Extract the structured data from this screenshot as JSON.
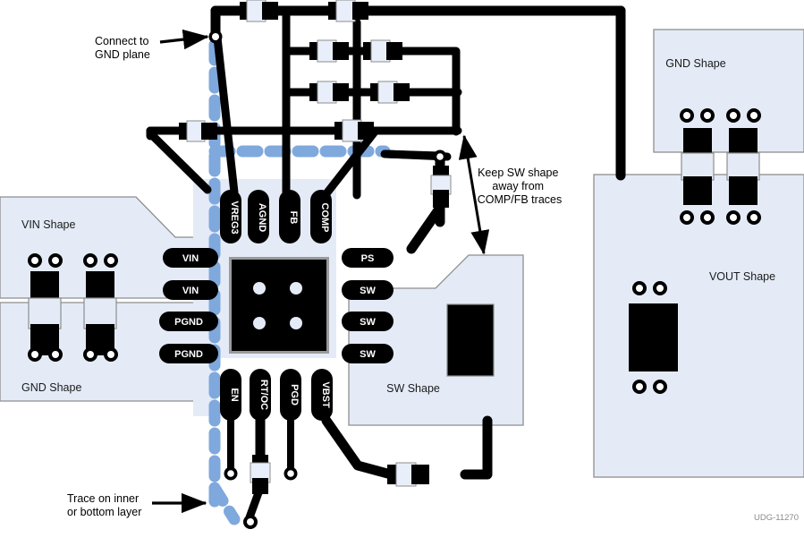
{
  "figure": {
    "id_label": "UDG-11270",
    "colors": {
      "copper_shape_fill": "#e4ebf7",
      "copper_shape_stroke": "#8e8e8e",
      "trace": "#000000",
      "inner_layer_trace": "#7fa8dd",
      "component_body": "#e8eefa",
      "pad": "#000000",
      "background": "#ffffff",
      "text": "#000000",
      "udg_text": "#8a8a8a"
    }
  },
  "annotations": [
    {
      "name": "connect-to-gnd-plane",
      "lines": [
        "Connect to",
        "GND plane"
      ]
    },
    {
      "name": "keep-sw-shape-away",
      "lines": [
        "Keep SW shape",
        "away from",
        "COMP/FB traces"
      ]
    },
    {
      "name": "trace-on-inner-or-bottom-layer",
      "lines": [
        "Trace on inner",
        "or bottom layer"
      ]
    }
  ],
  "copper_shapes": [
    {
      "name": "vin-shape",
      "label": "VIN Shape"
    },
    {
      "name": "gnd-shape-left",
      "label": "GND Shape"
    },
    {
      "name": "gnd-shape-right",
      "label": "GND Shape"
    },
    {
      "name": "vout-shape",
      "label": "VOUT Shape"
    },
    {
      "name": "sw-shape",
      "label": "SW Shape"
    }
  ],
  "ic_pads": {
    "top": [
      "VREG3",
      "AGND",
      "FB",
      "COMP"
    ],
    "left": [
      "VIN",
      "VIN",
      "PGND",
      "PGND"
    ],
    "right": [
      "PS",
      "SW",
      "SW",
      "SW"
    ],
    "bottom": [
      "EN",
      "RT/OC",
      "PGD",
      "VBST"
    ]
  },
  "thermal_pad": {
    "name": "thermal-pad",
    "via_count": 4
  }
}
